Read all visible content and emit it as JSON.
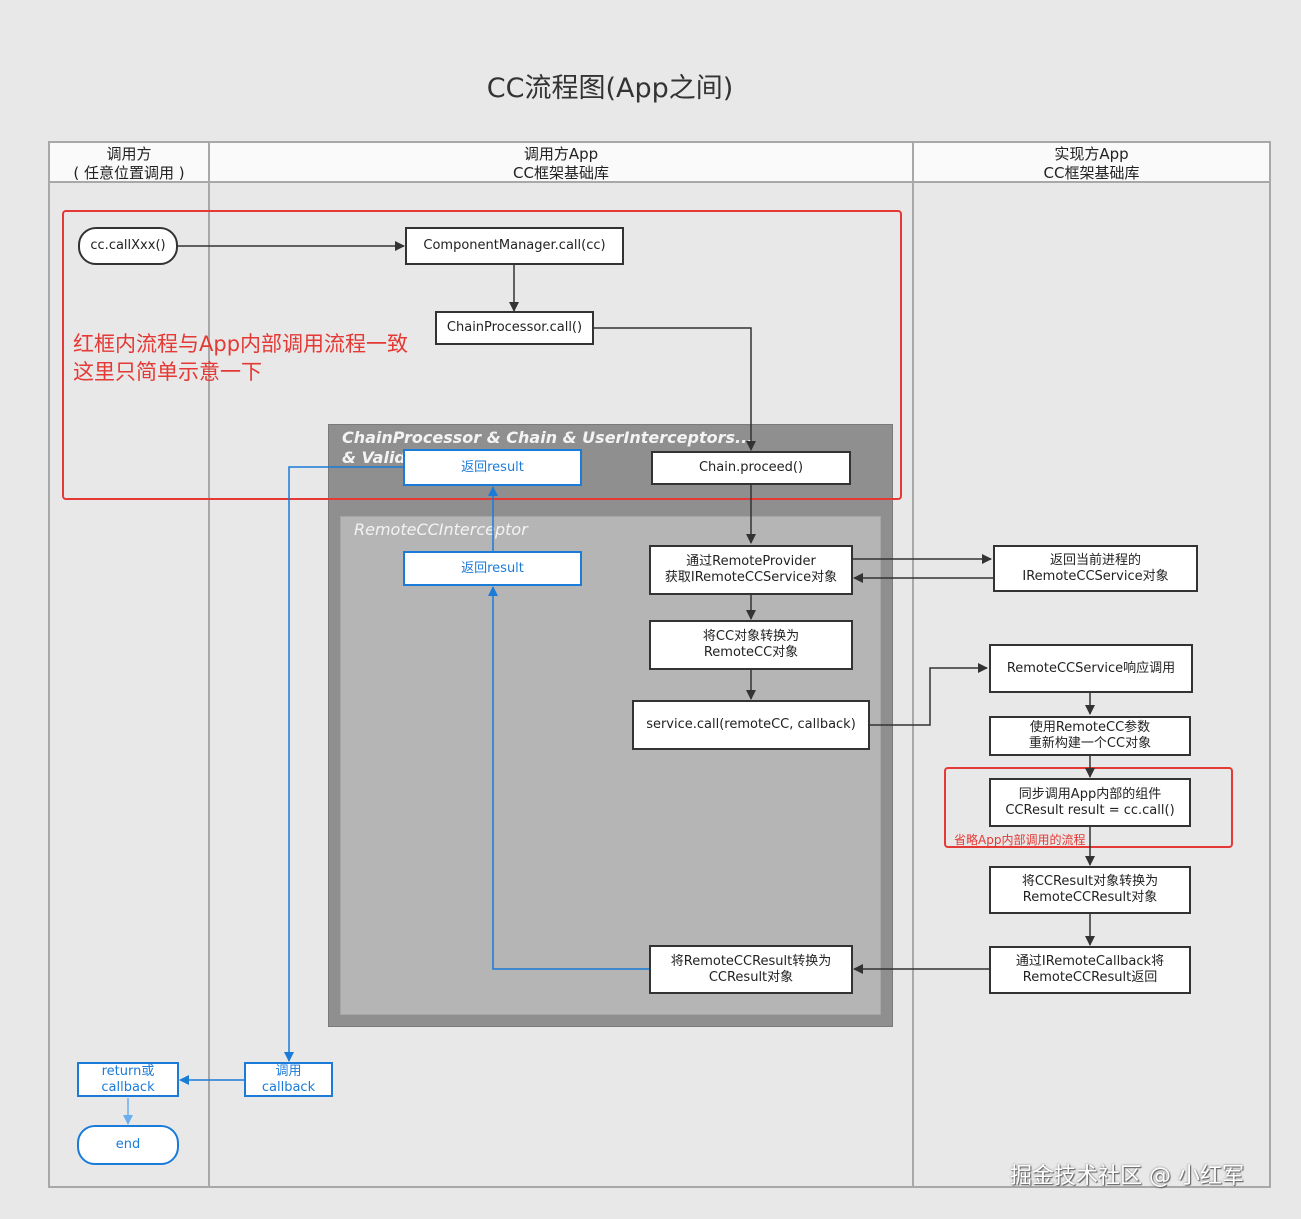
{
  "title": "CC流程图(App之间)",
  "lanes": [
    {
      "line1": "调用方",
      "line2": "( 任意位置调用 )"
    },
    {
      "line1": "调用方App",
      "line2": "CC框架基础库"
    },
    {
      "line1": "实现方App",
      "line2": "CC框架基础库"
    }
  ],
  "zones": {
    "outer_label": "ChainProcessor & Chain  & UserInterceptors... & Validat",
    "inner_label": "RemoteCCInterceptor"
  },
  "notes": {
    "red_frame_line1": "红框内流程与App内部调用流程一致",
    "red_frame_line2": "这里只简单示意一下",
    "omit_note": "省略App内部调用的流程"
  },
  "nodes": {
    "cc_call": "cc.callXxx()",
    "component_manager": "ComponentManager.call(cc)",
    "chain_processor": "ChainProcessor.call()",
    "chain_proceed": "Chain.proceed()",
    "return_result_1": "返回result",
    "return_result_2": "返回result",
    "get_service_l1": "通过RemoteProvider",
    "get_service_l2": "获取IRemoteCCService对象",
    "return_service_l1": "返回当前进程的",
    "return_service_l2": "IRemoteCCService对象",
    "convert_cc_l1": "将CC对象转换为",
    "convert_cc_l2": "RemoteCC对象",
    "service_call": "service.call(remoteCC, callback)",
    "service_respond": "RemoteCCService响应调用",
    "rebuild_cc_l1": "使用RemoteCC参数",
    "rebuild_cc_l2": "重新构建一个CC对象",
    "sync_call_l1": "同步调用App内部的组件",
    "sync_call_l2": "CCResult result = cc.call()",
    "convert_result_l1": "将CCResult对象转换为",
    "convert_result_l2": "RemoteCCResult对象",
    "callback_return_l1": "通过IRemoteCallback将",
    "callback_return_l2": "RemoteCCResult返回",
    "convert_remote_result_l1": "将RemoteCCResult转换为",
    "convert_remote_result_l2": "CCResult对象",
    "invoke_callback_l1": "调用",
    "invoke_callback_l2": "callback",
    "return_or_callback_l1": "return或",
    "return_or_callback_l2": "callback",
    "end": "end"
  },
  "colors": {
    "red": "#e53935",
    "blue": "#1a7bd8",
    "light_blue": "#6aaef0",
    "dark": "#333333"
  },
  "watermark": "掘金技术社区 @ 小红军"
}
